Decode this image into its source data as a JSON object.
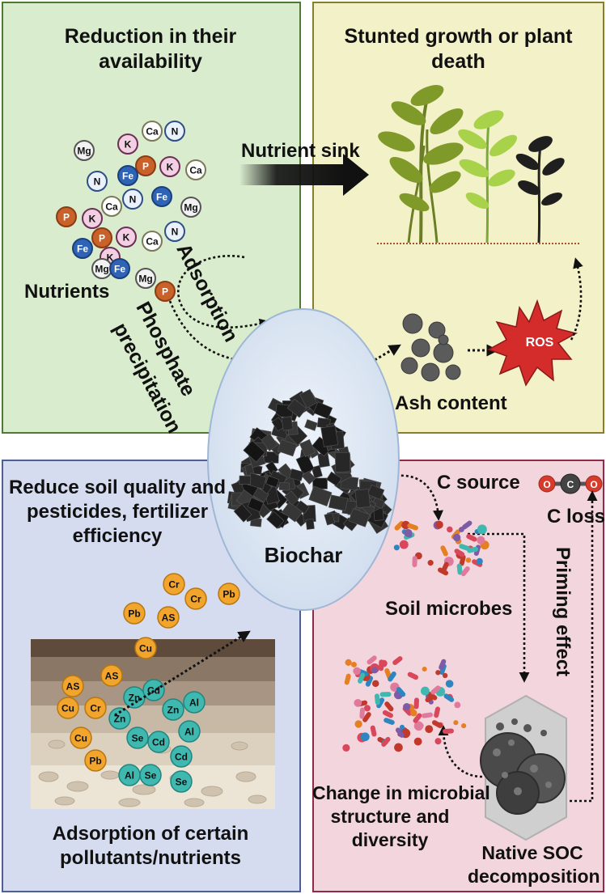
{
  "center": {
    "label": "Biochar"
  },
  "top_left": {
    "title_line1": "Reduction in their",
    "title_line2": "availability",
    "nutrients_label": "Nutrients",
    "adsorption_label": "Adsorption",
    "phosphate_line1": "Phosphate",
    "phosphate_line2": "precipitation",
    "ions": [
      "Mg",
      "N",
      "K",
      "P",
      "Fe",
      "Ca",
      "N",
      "K",
      "Ca",
      "Fe",
      "N",
      "Ca",
      "P",
      "K",
      "Mg",
      "Fe",
      "K",
      "P",
      "Ca",
      "N",
      "K",
      "Mg",
      "Fe",
      "Mg",
      "P"
    ]
  },
  "top_right": {
    "title_line1": "Stunted growth or plant",
    "title_line2": "death",
    "nutrient_sink_label": "Nutrient sink",
    "ash_label": "Ash content",
    "ros_label": "ROS"
  },
  "bottom_left": {
    "title_line1": "Reduce soil quality and",
    "title_line2": "pesticides, fertilizer",
    "title_line3": "efficiency",
    "bottom_line1": "Adsorption of certain",
    "bottom_line2": "pollutants/nutrients",
    "metals": [
      "Cr",
      "Cr",
      "Pb",
      "Pb",
      "AS",
      "Cu",
      "AS",
      "AS",
      "Cu",
      "Cr",
      "Zn",
      "Cd",
      "Zn",
      "Al",
      "Zn",
      "Al",
      "Cu",
      "Se",
      "Cd",
      "Cd",
      "Pb",
      "Al",
      "Se",
      "Se"
    ]
  },
  "bottom_right": {
    "c_source_label": "C source",
    "c_loss_label": "C loss",
    "co2_o1": "O",
    "co2_c": "C",
    "co2_o2": "O",
    "priming_label": "Priming effect",
    "soil_microbes_label": "Soil microbes",
    "change_line1": "Change in microbial",
    "change_line2": "structure and",
    "change_line3": "diversity",
    "soc_line1": "Native SOC",
    "soc_line2": "decomposition"
  },
  "colors": {
    "nutrient_panel": "#d9ecce",
    "plant_panel": "#f3f1c8",
    "soil_panel": "#d6dcef",
    "microbe_panel": "#f3d5de",
    "center_circle": "#dde8f4",
    "metal_orange": "#f2a52c",
    "metal_teal": "#3fb8b0",
    "ros_red": "#d42b2b"
  }
}
